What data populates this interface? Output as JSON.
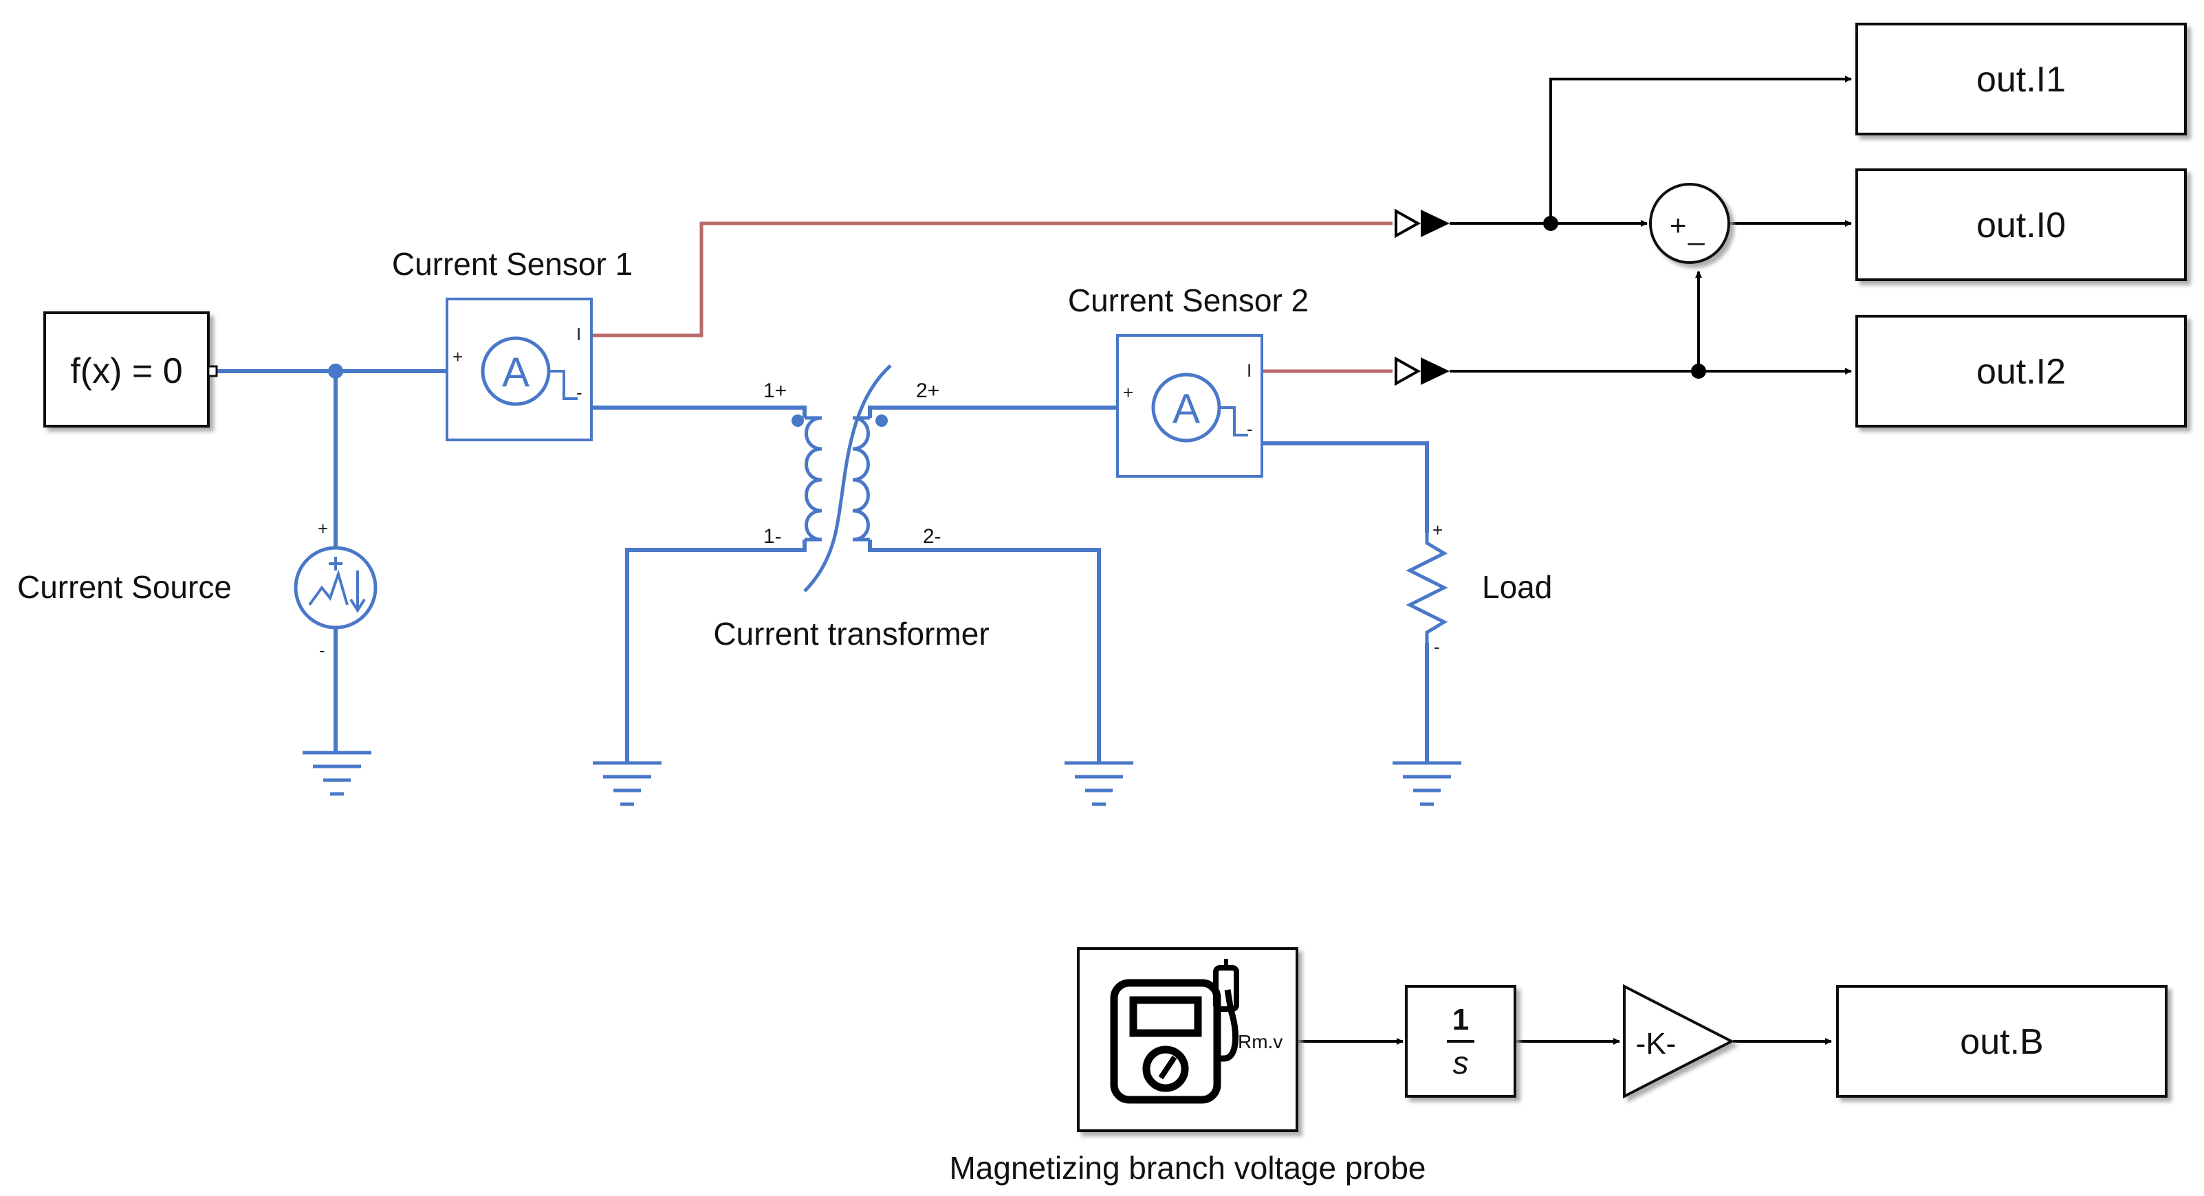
{
  "colors": {
    "wire_physical": "#4a78c8",
    "wire_signal_physical": "#b86a6a",
    "wire_signal": "#000000",
    "block_border": "#111111",
    "block_shadow": "#9a9a9a"
  },
  "labels": {
    "current_sensor_1": "Current Sensor 1",
    "current_sensor_2": "Current Sensor 2",
    "current_source": "Current Source",
    "current_transformer": "Current transformer",
    "load": "Load",
    "probe": "Magnetizing branch voltage probe"
  },
  "blocks": {
    "solver": "f(x) = 0",
    "out_i1": "out.I1",
    "out_i0": "out.I0",
    "out_i2": "out.I2",
    "out_b": "out.B",
    "gain": "-K-",
    "integrator_num": "1",
    "integrator_den": "s",
    "sum_plus": "+",
    "sum_minus": "_",
    "ammeter": "A",
    "probe_port": "Rm.v"
  },
  "ports": {
    "plus": "+",
    "minus": "-",
    "current_out": "I",
    "w1_plus": "1+",
    "w1_minus": "1-",
    "w2_plus": "2+",
    "w2_minus": "2-"
  },
  "icons": [
    "ammeter-icon",
    "current-source-icon",
    "transformer-icon",
    "ground-icon",
    "resistor-icon",
    "multimeter-icon",
    "sum-icon",
    "gain-icon",
    "integrator-icon"
  ]
}
